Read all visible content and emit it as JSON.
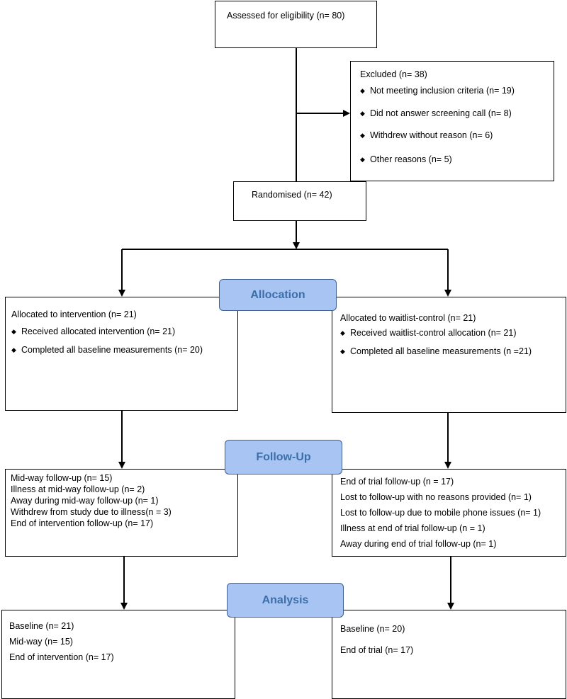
{
  "assessed": {
    "text": "Assessed for eligibility (n= 80)"
  },
  "excluded": {
    "title": "Excluded  (n= 38)",
    "reasons": [
      "Not meeting inclusion criteria (n= 19)",
      "Did not answer screening call (n= 8)",
      "Withdrew without reason (n= 6)",
      "Other reasons (n= 5)"
    ]
  },
  "randomised": {
    "text": "Randomised (n= 42)"
  },
  "stages": {
    "allocation": "Allocation",
    "follow_up": "Follow-Up",
    "analysis": "Analysis"
  },
  "intervention": {
    "allocation": {
      "title": "Allocated to intervention (n= 21)",
      "items": [
        "Received allocated intervention (n= 21)",
        "Completed all baseline measurements (n= 20)"
      ]
    },
    "follow_up": [
      "Mid-way follow-up (n= 15)",
      "Illness at mid-way follow-up (n= 2)",
      "Away during mid-way follow-up (n= 1)",
      "Withdrew from study due to illness(n = 3)",
      "End of intervention follow-up (n= 17)"
    ],
    "analysis": [
      "Baseline (n= 21)",
      "Mid-way (n= 15)",
      "End of intervention (n= 17)"
    ]
  },
  "control": {
    "allocation": {
      "title": "Allocated to waitlist-control (n= 21)",
      "items": [
        "Received waitlist-control allocation (n= 21)",
        "Completed all baseline measurements (n =21)"
      ]
    },
    "follow_up": [
      "End of trial follow-up (n = 17)",
      "Lost to follow-up with no reasons provided (n= 1)",
      "Lost to follow-up due to mobile phone issues (n= 1)",
      "Illness at end of trial follow-up (n = 1)",
      "Away during end of trial follow-up (n= 1)"
    ],
    "analysis": [
      "Baseline (n= 20)",
      "End of trial (n= 17)"
    ]
  },
  "bullet_glyph": "◆",
  "colors": {
    "stage_fill": "#a7c4f2",
    "stage_border": "#3f5f8f",
    "stage_text": "#3c6fa8",
    "line": "#000000"
  }
}
